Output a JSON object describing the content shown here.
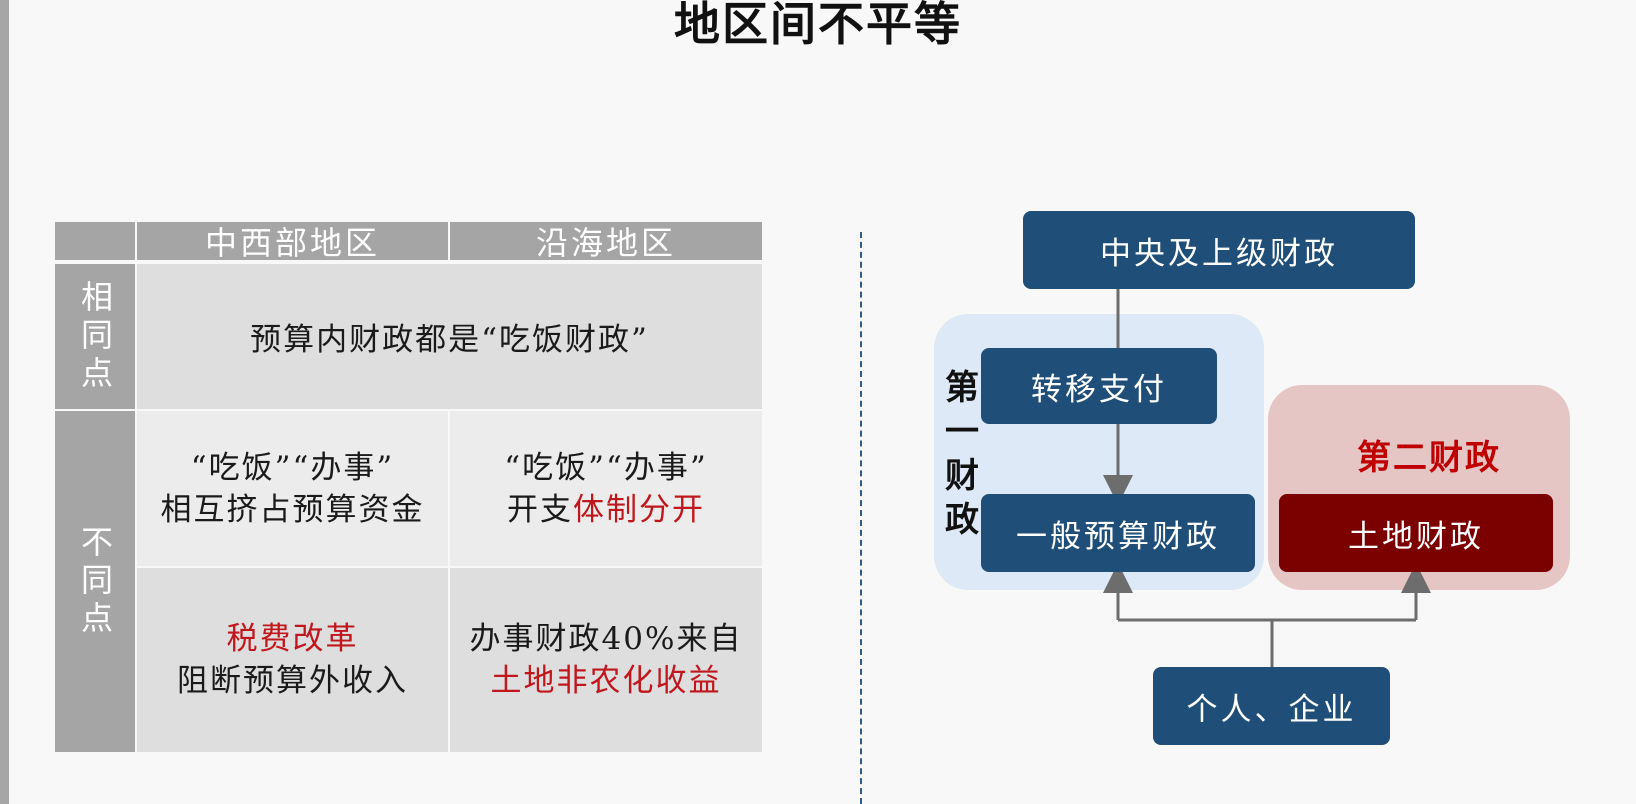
{
  "title": "地区间不平等",
  "table": {
    "col_headers": [
      "中西部地区",
      "沿海地区"
    ],
    "row_headers": [
      "相同点",
      "不同点"
    ],
    "same_row": "预算内财政都是“吃饭财政”",
    "diff_row_1": {
      "central_west": {
        "line1": "“吃饭”“办事”",
        "line2": "相互挤占预算资金"
      },
      "coastal": {
        "line1": "“吃饭”“办事”",
        "line2_black": "开支",
        "line2_red": "体制分开"
      }
    },
    "diff_row_2": {
      "central_west": {
        "line1_red": "税费改革",
        "line2": "阻断预算外收入"
      },
      "coastal": {
        "line1": "办事财政40%来自",
        "line2_red": "土地非农化收益"
      }
    }
  },
  "diagram": {
    "central": "中央及上级财政",
    "transfer": "转移支付",
    "general_budget": "一般预算财政",
    "first_fiscal_label": [
      "第",
      "一",
      "财",
      "政"
    ],
    "second_fiscal_label": "第二财政",
    "land_fiscal": "土地财政",
    "individuals": "个人、企业"
  },
  "colors": {
    "box_blue": "#1f4e79",
    "box_red": "#7b0000",
    "zone_blue": "#dde9f6",
    "zone_red": "#e6c5c5",
    "accent_red": "#c0161c",
    "table_header": "#a5a5a5"
  }
}
